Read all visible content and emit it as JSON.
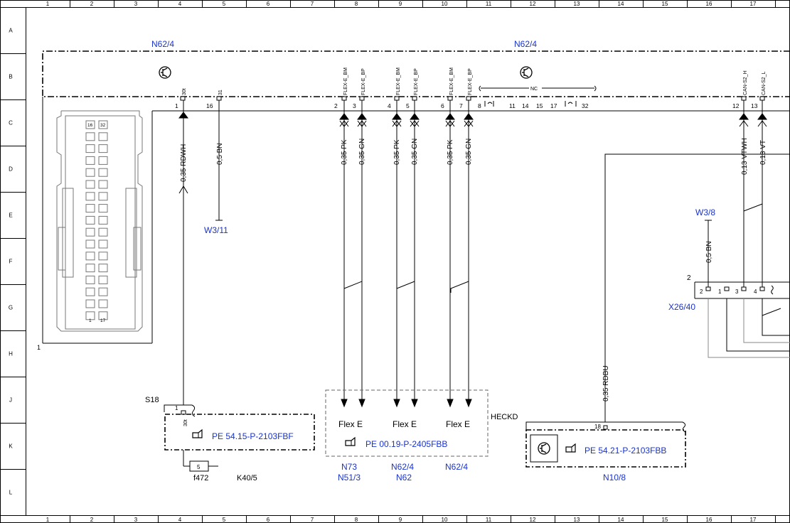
{
  "colors": {
    "wire": "#000000",
    "link": "#1a33cc",
    "dash": "#555555",
    "connector": "#777777"
  },
  "grid": {
    "columns": [
      "1",
      "2",
      "3",
      "4",
      "5",
      "6",
      "7",
      "8",
      "9",
      "10",
      "11",
      "12",
      "13",
      "14",
      "15",
      "16",
      "17"
    ],
    "rows": [
      "A",
      "B",
      "C",
      "D",
      "E",
      "F",
      "G",
      "H",
      "J",
      "K",
      "L"
    ]
  },
  "components": {
    "n62_4_left": "N62/4",
    "n62_4_center": "N62/4",
    "x26_40": "X26/40",
    "w3_8": "W3/8",
    "w3_11": "W3/11",
    "s18": "S18",
    "heckd": "HECKD",
    "f472": "f472",
    "k40_5": "K40/5",
    "n10_8": "N10/8",
    "connector_ref": "1",
    "x26_ref": "2"
  },
  "pins": {
    "p30t": "30t",
    "p31": "31",
    "flex_bm": "FLEX-E_BM",
    "flex_bp": "FLEX-E_BP",
    "nc": "NC",
    "can_h": "CAN-S2_H",
    "can_l": "CAN-S2_L",
    "n1": "1",
    "n16": "16",
    "n2": "2",
    "n3": "3",
    "n4": "4",
    "n5": "5",
    "n6": "6",
    "n7": "7",
    "n8": "8",
    "n11": "11",
    "n14": "14",
    "n15": "15",
    "n17": "17",
    "n32": "32",
    "n12": "12",
    "n13": "13",
    "cav16": "16",
    "cav32": "32",
    "cav1": "1",
    "cav17": "17",
    "x2": "2",
    "x1": "1",
    "x3": "3",
    "x4": "4",
    "s18_pin": "1",
    "s18_30t": "30t",
    "f472_pin": "5",
    "n10_pin": "18"
  },
  "wires": {
    "rdwh": "0,35 RDWH",
    "bn31": "0,5 BN",
    "pk": "0,35 PK",
    "gn": "0,35 GN",
    "vtwh": "0,13 VTWH",
    "vt": "0,13 VT",
    "bn_w38": "0,5 BN",
    "rdbu": "0,35 RDBU"
  },
  "refs": {
    "pe_s18": "PE 54.15-P-2103FBF",
    "pe_flex": "PE 00.19-P-2405FBB",
    "pe_n10": "PE 54.21-P-2103FBB"
  },
  "flex": {
    "label": "Flex E",
    "dest_a_top": "N73",
    "dest_a_bottom": "N51/3",
    "dest_b_top": "N62/4",
    "dest_b_bottom": "N62",
    "dest_c_top": "N62/4"
  }
}
